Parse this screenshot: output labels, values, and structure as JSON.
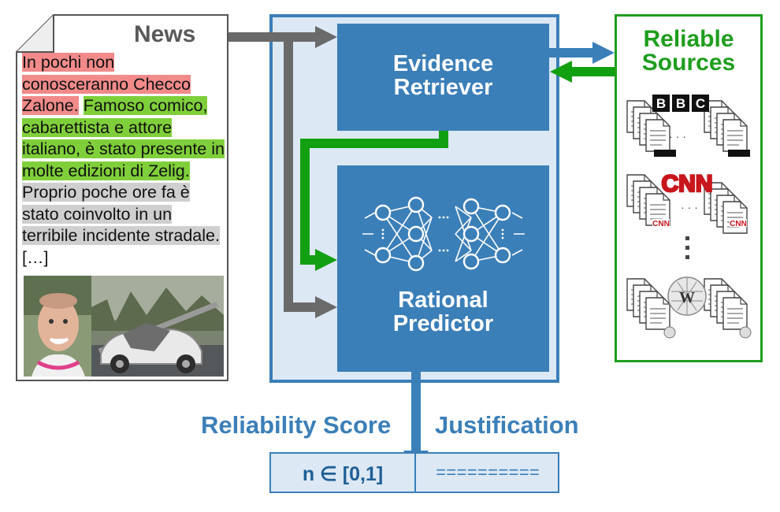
{
  "news": {
    "title": "News",
    "segments": [
      {
        "text": "In pochi non conosceranno Checco Zalone.",
        "highlight": "red"
      },
      {
        "text": "Famoso comico, cabarettista e attore italiano, è stato presente in molte edizioni di Zelig.",
        "highlight": "green"
      },
      {
        "text": "Proprio poche ore fa è stato coinvolto in un terribile incidente stradale.",
        "highlight": "gray"
      },
      {
        "text": "[…]",
        "highlight": "none"
      }
    ]
  },
  "blocks": {
    "retriever_line1": "Evidence",
    "retriever_line2": "Retriever",
    "predictor_line1": "Rational",
    "predictor_line2": "Predictor"
  },
  "sources": {
    "title_line1": "Reliable",
    "title_line2": "Sources",
    "logos": [
      "BBC",
      "CNN",
      "Wikipedia"
    ],
    "ellipsis": "⋮"
  },
  "output": {
    "score_label": "Reliability Score",
    "justification_label": "Justification",
    "score_value": "n ∈ [0,1]",
    "justification_value": "=========="
  },
  "colors": {
    "blue": "#3b7fb9",
    "light_blue": "#dce8f4",
    "green": "#1e9e1e",
    "gray_arrow": "#6a6a6a",
    "highlight_red": "#f28a8a",
    "highlight_green": "#7fcf3a",
    "highlight_gray": "#cfcfcf"
  }
}
